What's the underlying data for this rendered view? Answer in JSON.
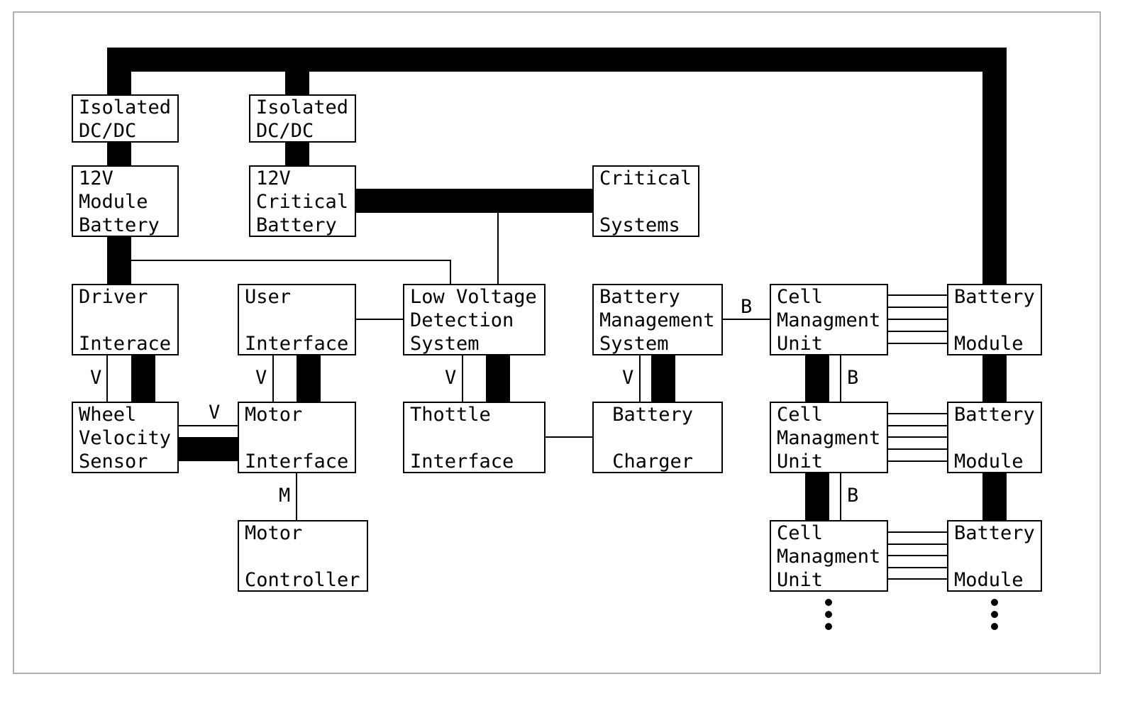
{
  "diagram": {
    "nodes": [
      {
        "id": "iso-dcdc-1",
        "lines": [
          "Isolated",
          "DC/DC"
        ]
      },
      {
        "id": "iso-dcdc-2",
        "lines": [
          "Isolated",
          "DC/DC"
        ]
      },
      {
        "id": "module-battery",
        "lines": [
          "12V",
          "Module",
          "Battery"
        ]
      },
      {
        "id": "critical-battery",
        "lines": [
          "12V",
          "Critical",
          "Battery"
        ]
      },
      {
        "id": "critical-systems",
        "lines": [
          "Critical",
          "",
          "Systems"
        ]
      },
      {
        "id": "driver-interface",
        "lines": [
          "Driver",
          "",
          "Interace"
        ]
      },
      {
        "id": "user-interface",
        "lines": [
          "User",
          "",
          "Interface"
        ]
      },
      {
        "id": "lvds",
        "lines": [
          "Low Voltage",
          "Detection",
          "System"
        ]
      },
      {
        "id": "bms",
        "lines": [
          "Battery",
          "Management",
          "System"
        ]
      },
      {
        "id": "cmu-1",
        "lines": [
          "Cell",
          "Managment",
          "Unit"
        ]
      },
      {
        "id": "battery-module-1",
        "lines": [
          "Battery",
          "",
          "Module"
        ]
      },
      {
        "id": "wheel-velocity-sensor",
        "lines": [
          "Wheel",
          "Velocity",
          "Sensor"
        ]
      },
      {
        "id": "motor-interface",
        "lines": [
          "Motor",
          "",
          "Interface"
        ]
      },
      {
        "id": "throttle-interface",
        "lines": [
          "Thottle",
          "",
          "Interface"
        ]
      },
      {
        "id": "battery-charger",
        "lines": [
          " Battery",
          "",
          " Charger"
        ]
      },
      {
        "id": "cmu-2",
        "lines": [
          "Cell",
          "Managment",
          "Unit"
        ]
      },
      {
        "id": "battery-module-2",
        "lines": [
          "Battery",
          "",
          "Module"
        ]
      },
      {
        "id": "motor-controller",
        "lines": [
          "Motor",
          "",
          "Controller"
        ]
      },
      {
        "id": "cmu-3",
        "lines": [
          "Cell",
          "Managment",
          "Unit"
        ]
      },
      {
        "id": "battery-module-3",
        "lines": [
          "Battery",
          "",
          "Module"
        ]
      }
    ],
    "edge_labels": [
      "V",
      "V",
      "V",
      "V",
      "V",
      "M",
      "B",
      "B",
      "B"
    ]
  }
}
